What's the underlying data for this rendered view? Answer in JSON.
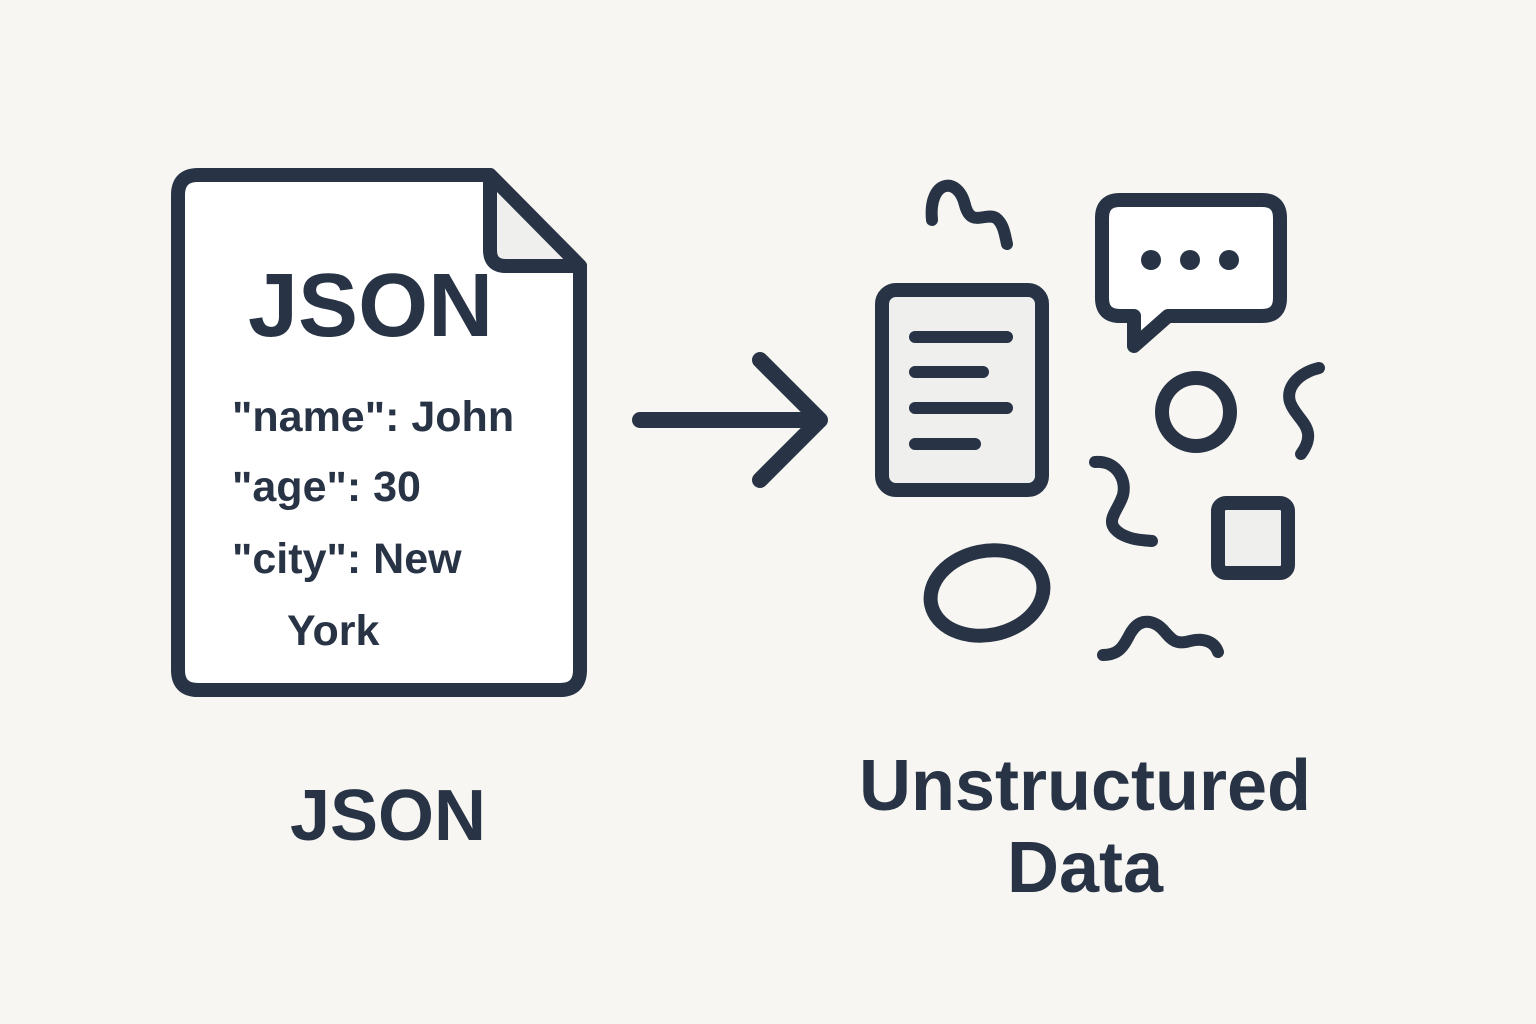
{
  "colors": {
    "background": "#f7f6f2",
    "stroke": "#283445",
    "paper": "#ffffff",
    "fill_light": "#efefed"
  },
  "json_document": {
    "title": "JSON",
    "lines": [
      "\"name\": John",
      "\"age\": 30",
      "\"city\": New",
      "York"
    ]
  },
  "captions": {
    "left": "JSON",
    "right_line1": "Unstructured",
    "right_line2": "Data"
  },
  "icons": {
    "arrow": "arrow-right-icon",
    "text_document": "text-document-icon",
    "chat": "chat-bubble-icon",
    "circle": "circle-icon",
    "ellipse": "ellipse-icon",
    "square": "square-icon",
    "squiggles": "squiggle-icon"
  }
}
